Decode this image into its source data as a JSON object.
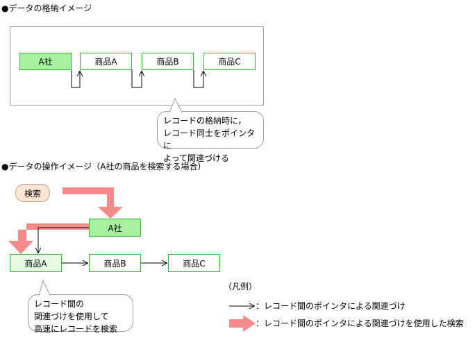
{
  "section1": {
    "heading": "●データの格納イメージ",
    "records": [
      "A社",
      "商品A",
      "商品B",
      "商品C"
    ],
    "callout_lines": [
      "レコードの格納時に，",
      "レコード同士をポインタに",
      "よって関連づける"
    ]
  },
  "section2": {
    "heading": "●データの操作イメージ（A社の商品を検索する場合）",
    "search_label": "検索",
    "company": "A社",
    "products": [
      "商品A",
      "商品B",
      "商品C"
    ],
    "callout_lines": [
      "レコード間の",
      "関連づけを使用して",
      "高速にレコードを検索"
    ]
  },
  "legend": {
    "title": "（凡例）",
    "pointer_label": "：レコード間のポインタによる関連づけ",
    "search_label": "：レコード間のポインタによる関連づけを使用した検索"
  },
  "colors": {
    "record_border": "#3cb33c",
    "record_fill": "#a6f0a0",
    "search_arrow": "#f48a8a",
    "search_pill": "#fbe6d6"
  }
}
